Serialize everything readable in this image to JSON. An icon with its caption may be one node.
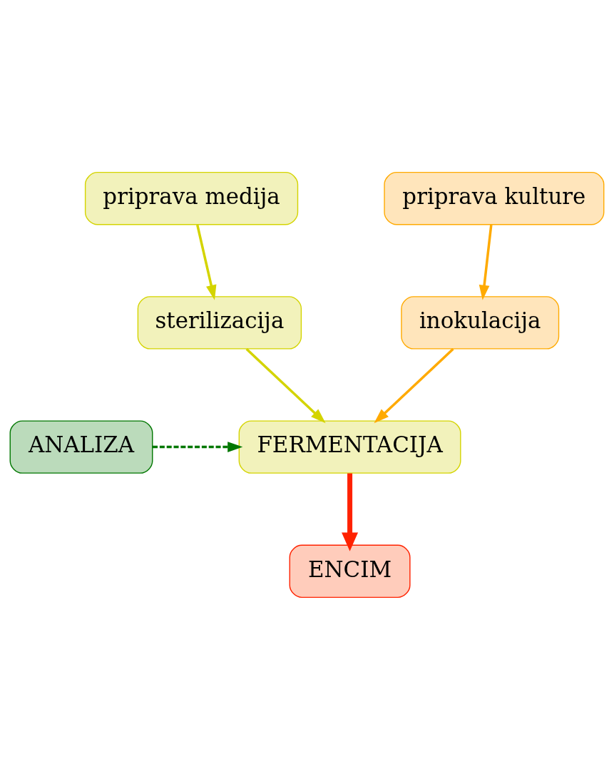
{
  "diagram": {
    "nodes": [
      {
        "text": [
          "priprava medija"
        ]
      },
      {
        "text": [
          "priprava kulture"
        ]
      },
      {
        "text": [
          "sterilizacija"
        ]
      },
      {
        "text": [
          "inokulacija"
        ]
      },
      {
        "text": [
          "FERMENTACIJA"
        ]
      },
      {
        "text": [
          "ANALIZA"
        ]
      },
      {
        "text": [
          "ENCIM"
        ]
      }
    ],
    "edges": [
      {
        "from": 0,
        "to": 2,
        "arrow": "to",
        "color": "#d4d400"
      },
      {
        "from": 1,
        "to": 3,
        "arrow": "to",
        "color": "#ffaa00"
      },
      {
        "from": 2,
        "to": 4,
        "arrow": "to",
        "color": "#d4d400"
      },
      {
        "from": 3,
        "to": 4,
        "arrow": "to",
        "color": "#ffaa00"
      },
      {
        "from": 5,
        "to": 4,
        "arrow": "to",
        "style": "dashed",
        "color": "#007700"
      },
      {
        "from": 4,
        "to": 6,
        "arrow": "to",
        "style": "thick",
        "color": "#ff2200"
      }
    ]
  }
}
